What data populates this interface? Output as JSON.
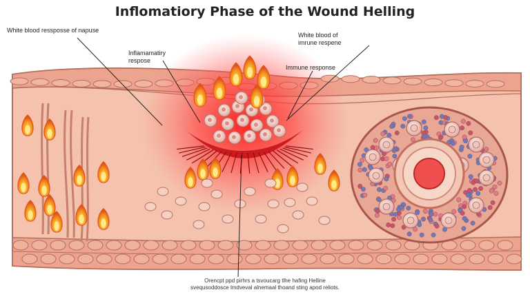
{
  "title": "Inflomatiory Phase of the Wound Helling",
  "labels": {
    "top_left": "White blood ressposse of napuse",
    "inflammatory": [
      "Inflamamatiry",
      "respose"
    ],
    "white_blood_immune": [
      "White blood of",
      "imrune respene"
    ],
    "immune_response": "Immune response"
  },
  "caption": {
    "line1": "Orencpt ppd pirhrs a tsvoucarg tlhe hafing Helline",
    "line2": "svequsoddosce lmdveval alnemaal thoand sting apod reliots."
  },
  "colors": {
    "skin_light": "#f4c8b2",
    "skin_mid": "#e9a58e",
    "outline": "#b26a5a",
    "inflammation_red": "#ff2a2a",
    "flame_orange": "#f28a1e",
    "flame_yellow": "#ffd85a",
    "cell_blue": "#6a7bb8"
  },
  "icons": [
    "flame-icon",
    "cell-icon",
    "wound-icon"
  ]
}
